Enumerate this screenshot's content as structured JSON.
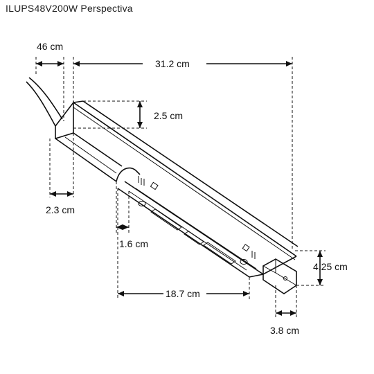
{
  "title": "ILUPS48V200W Perspectiva",
  "dimensions": {
    "cable_length": "46 cm",
    "total_length": "31.2 cm",
    "profile_height": "2.5 cm",
    "profile_depth": "2.3 cm",
    "inner_offset": "1.6 cm",
    "lens_length": "18.7 cm",
    "connector_height": "4.25 cm",
    "connector_width": "3.8 cm"
  }
}
